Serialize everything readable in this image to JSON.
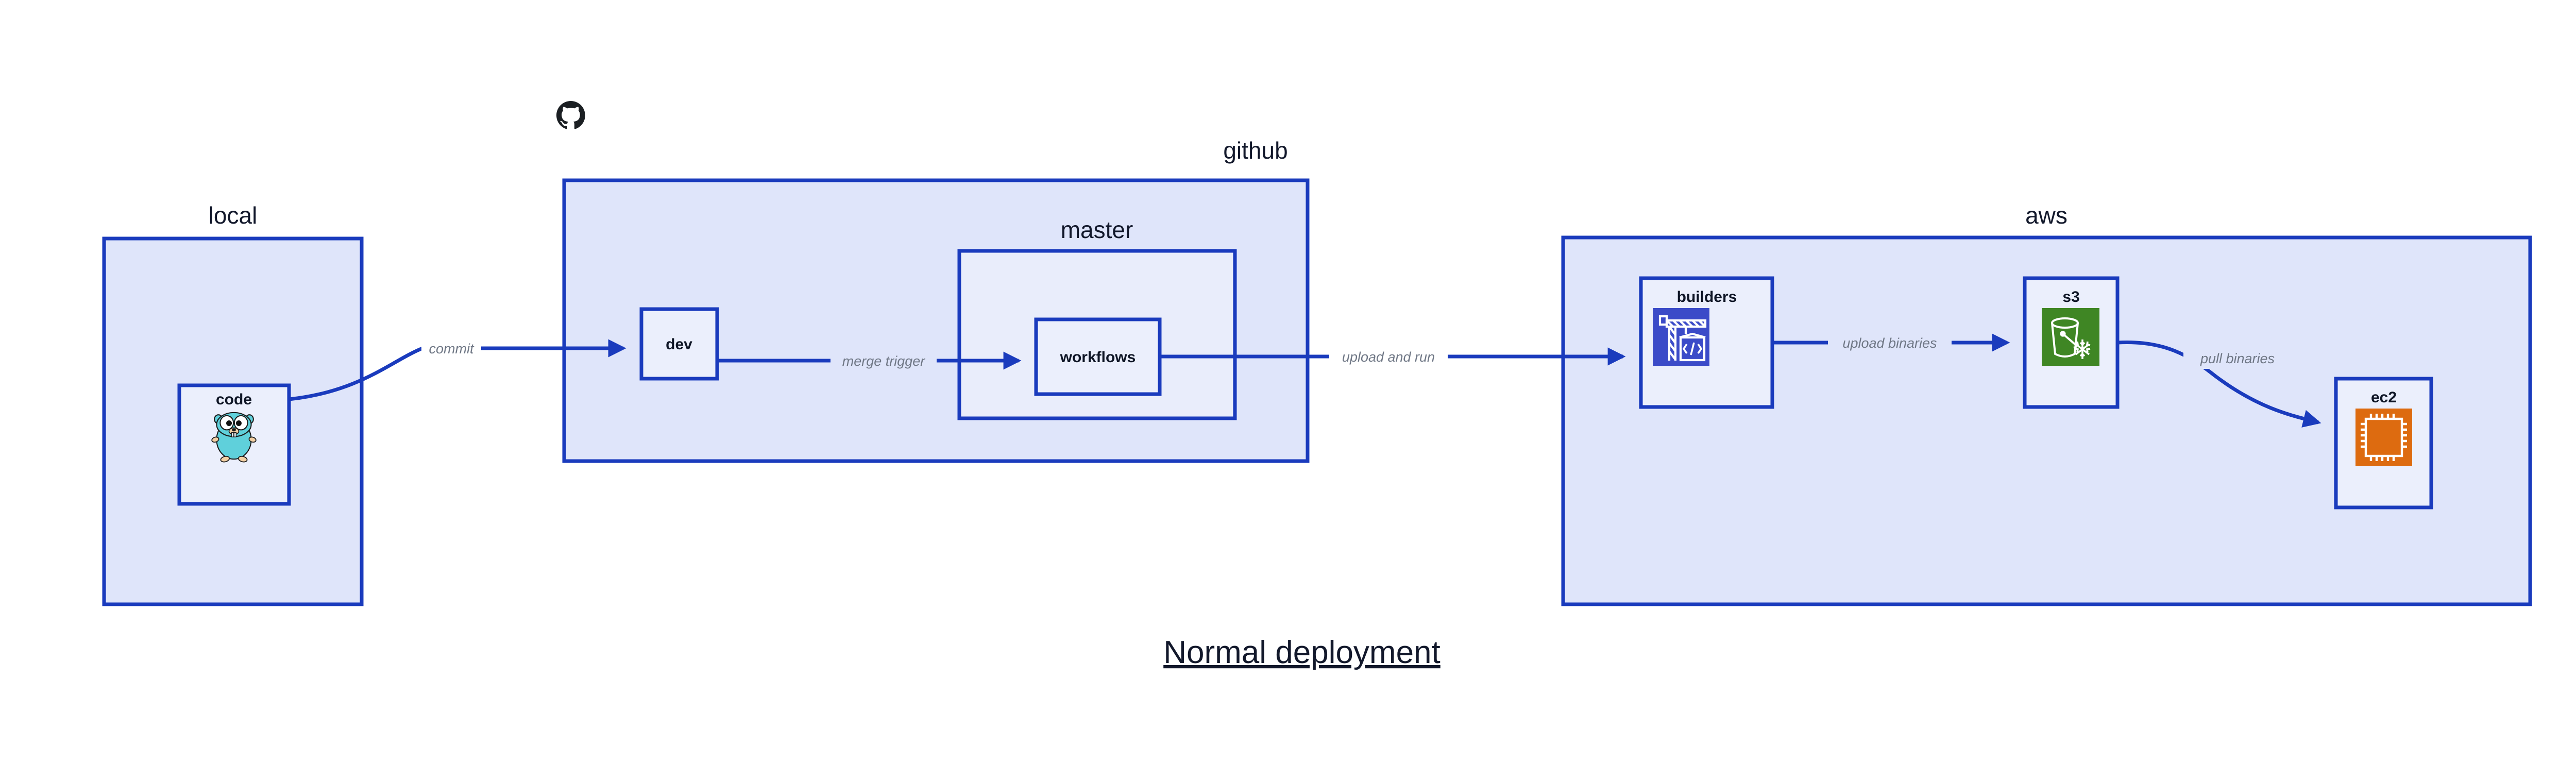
{
  "diagram": {
    "title": "Normal deployment",
    "colors": {
      "cluster_fill": "#dfe5fa",
      "cluster_inner_fill": "#e9edfb",
      "node_fill": "#ebeffc",
      "stroke": "#1a3bbd",
      "label_text": "#12182b",
      "edge_label_text": "#6f7785",
      "background": "#ffffff",
      "gopher_cyan": "#5fd0db",
      "builders_blue": "#3b4bc8",
      "s3_green": "#3f8624",
      "ec2_orange": "#dd6b10",
      "github_black": "#1b1f23"
    },
    "clusters": [
      {
        "id": "local",
        "label": "local"
      },
      {
        "id": "github",
        "label": "github"
      },
      {
        "id": "master",
        "label": "master"
      },
      {
        "id": "aws",
        "label": "aws"
      }
    ],
    "nodes": [
      {
        "id": "code",
        "label": "code",
        "icon": "go-gopher-icon"
      },
      {
        "id": "dev",
        "label": "dev",
        "icon": "none"
      },
      {
        "id": "workflows",
        "label": "workflows",
        "icon": "none"
      },
      {
        "id": "builders",
        "label": "builders",
        "icon": "aws-codebuild-icon"
      },
      {
        "id": "s3",
        "label": "s3",
        "icon": "aws-s3-glacier-icon"
      },
      {
        "id": "ec2",
        "label": "ec2",
        "icon": "aws-ec2-icon"
      }
    ],
    "edges": [
      {
        "id": "commit",
        "from": "code",
        "to": "dev",
        "label": "commit"
      },
      {
        "id": "merge-trigger",
        "from": "dev",
        "to": "workflows",
        "label": "merge trigger"
      },
      {
        "id": "upload-and-run",
        "from": "workflows",
        "to": "builders",
        "label": "upload and run"
      },
      {
        "id": "upload-binaries",
        "from": "builders",
        "to": "s3",
        "label": "upload binaries"
      },
      {
        "id": "pull-binaries",
        "from": "s3",
        "to": "ec2",
        "label": "pull binaries"
      }
    ],
    "badges": [
      {
        "id": "github-logo",
        "icon": "github-octocat-icon"
      }
    ]
  }
}
